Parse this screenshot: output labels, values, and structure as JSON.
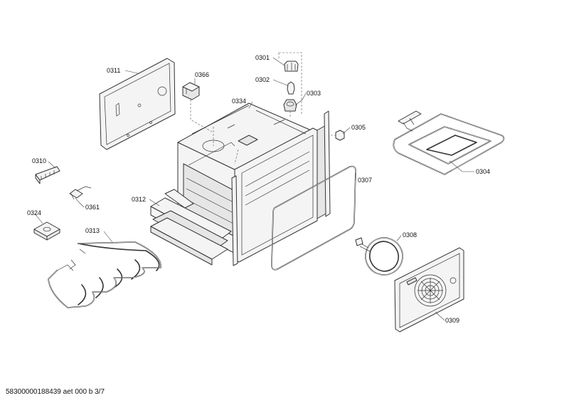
{
  "labels": {
    "p0311": "0311",
    "p0366": "0366",
    "p0301": "0301",
    "p0302": "0302",
    "p0303": "0303",
    "p0334": "0334",
    "p0305": "0305",
    "p0304": "0304",
    "p0310": "0310",
    "p0312": "0312",
    "p0307": "0307",
    "p0361": "0361",
    "p0324": "0324",
    "p0313": "0313",
    "p0308": "0308",
    "p0309": "0309"
  },
  "footer": {
    "text": "58300000188439 aet 000 b 3/7"
  }
}
